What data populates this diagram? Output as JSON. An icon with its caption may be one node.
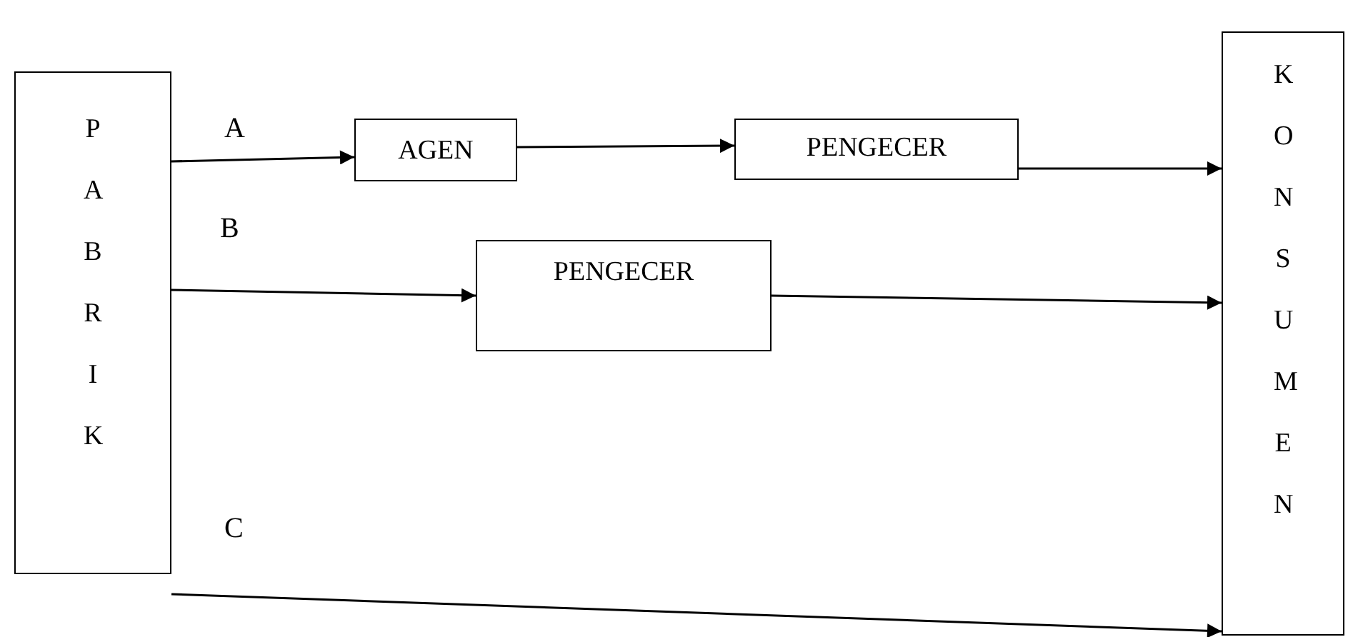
{
  "diagram": {
    "nodes": [
      {
        "text": [
          "PABRIK"
        ]
      },
      {
        "text": [
          "AGEN"
        ]
      },
      {
        "text": [
          "PENGECER"
        ]
      },
      {
        "text": [
          "PENGECER"
        ]
      },
      {
        "text": [
          "KONSUMEN"
        ]
      }
    ],
    "edges": [
      {
        "from": 0,
        "to": 1,
        "arrow": "to",
        "label": "A"
      },
      {
        "from": 1,
        "to": 2,
        "arrow": "to"
      },
      {
        "from": 2,
        "to": 4,
        "arrow": "to"
      },
      {
        "from": 0,
        "to": 3,
        "arrow": "to",
        "label": "B"
      },
      {
        "from": 3,
        "to": 4,
        "arrow": "to"
      },
      {
        "from": 0,
        "to": 4,
        "arrow": "to",
        "label": "C"
      }
    ]
  }
}
